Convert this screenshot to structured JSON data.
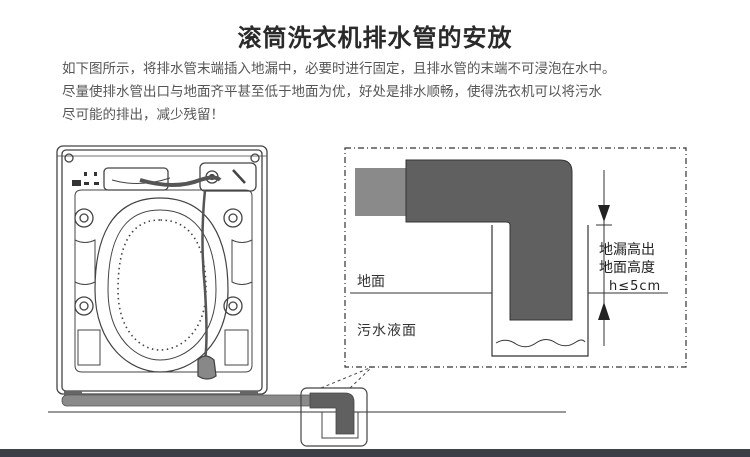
{
  "title": "滚筒洗衣机排水管的安放",
  "description": [
    "如下图所示，将排水管末端插入地漏中，必要时进行固定，且排水管的末端不可浸泡在水中。",
    "尽量使排水管出口与地面齐平甚至低于地面为优，好处是排水顺畅，使得洗衣机可以将污水",
    "尽可能的排出，减少残留！"
  ],
  "diagram": {
    "label_floor": "地面",
    "label_water": "污水液面",
    "height_label": [
      "地漏高出",
      "地面高度",
      "h≤5cm"
    ]
  },
  "colors": {
    "pipe_dark": "#606060",
    "pipe_light": "#8a8a8a",
    "footer": "#3c3f47"
  }
}
